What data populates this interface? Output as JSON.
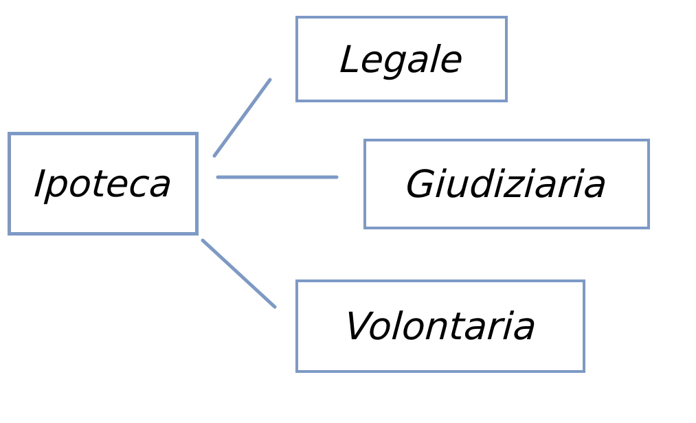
{
  "diagram": {
    "root": {
      "label": "Ipoteca"
    },
    "children": [
      {
        "label": "Legale"
      },
      {
        "label": "Giudiziaria"
      },
      {
        "label": "Volontaria"
      }
    ],
    "edges": [
      {
        "from": "Ipoteca",
        "to": "Legale"
      },
      {
        "from": "Ipoteca",
        "to": "Giudiziaria"
      },
      {
        "from": "Ipoteca",
        "to": "Volontaria"
      }
    ],
    "colors": {
      "box_border": "#7D9AC7",
      "connector": "#7D9AC7",
      "text": "#000000",
      "background": "#FFFFFF"
    }
  }
}
